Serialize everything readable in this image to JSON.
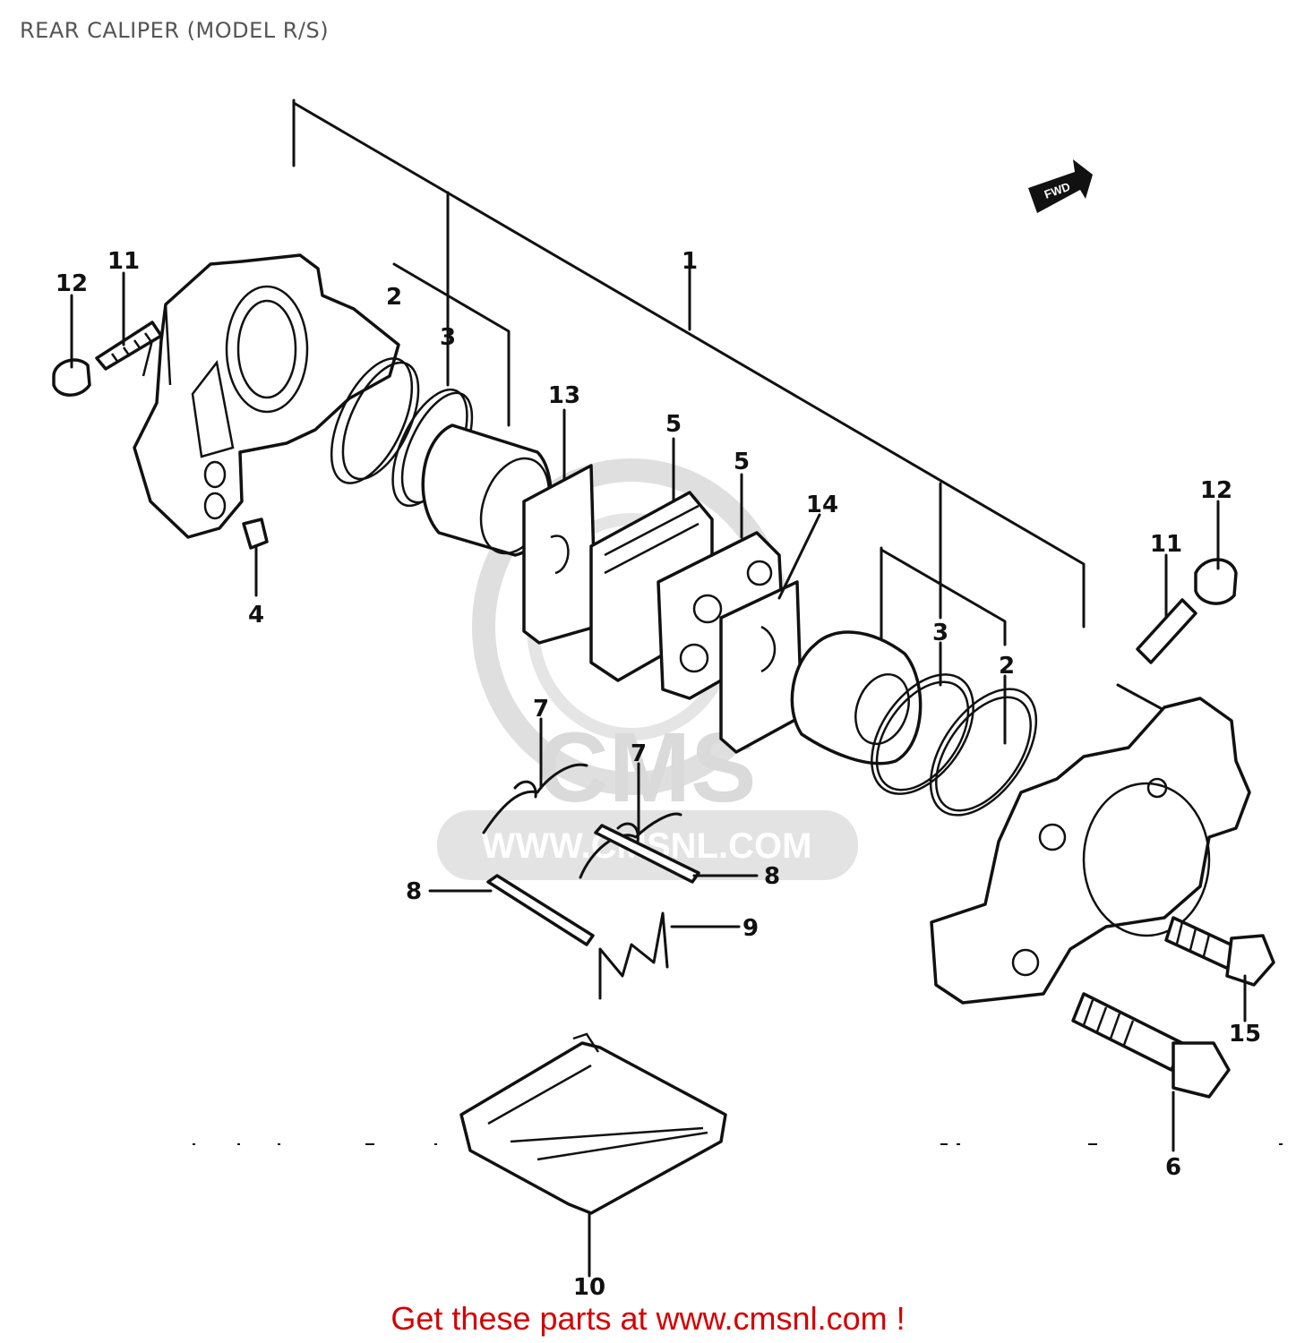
{
  "title": "REAR CALIPER (MODEL R/S)",
  "footer": "Get these parts at www.cmsnl.com !",
  "watermark": {
    "brand": "CMS",
    "url": "WWW.CMSNL.COM",
    "color": "#d8d8d8"
  },
  "direction_marker": {
    "label": "FWD"
  },
  "callouts": [
    "1",
    "2",
    "2",
    "3",
    "3",
    "4",
    "5",
    "5",
    "6",
    "7",
    "7",
    "8",
    "8",
    "9",
    "10",
    "11",
    "11",
    "12",
    "12",
    "13",
    "14",
    "15"
  ]
}
